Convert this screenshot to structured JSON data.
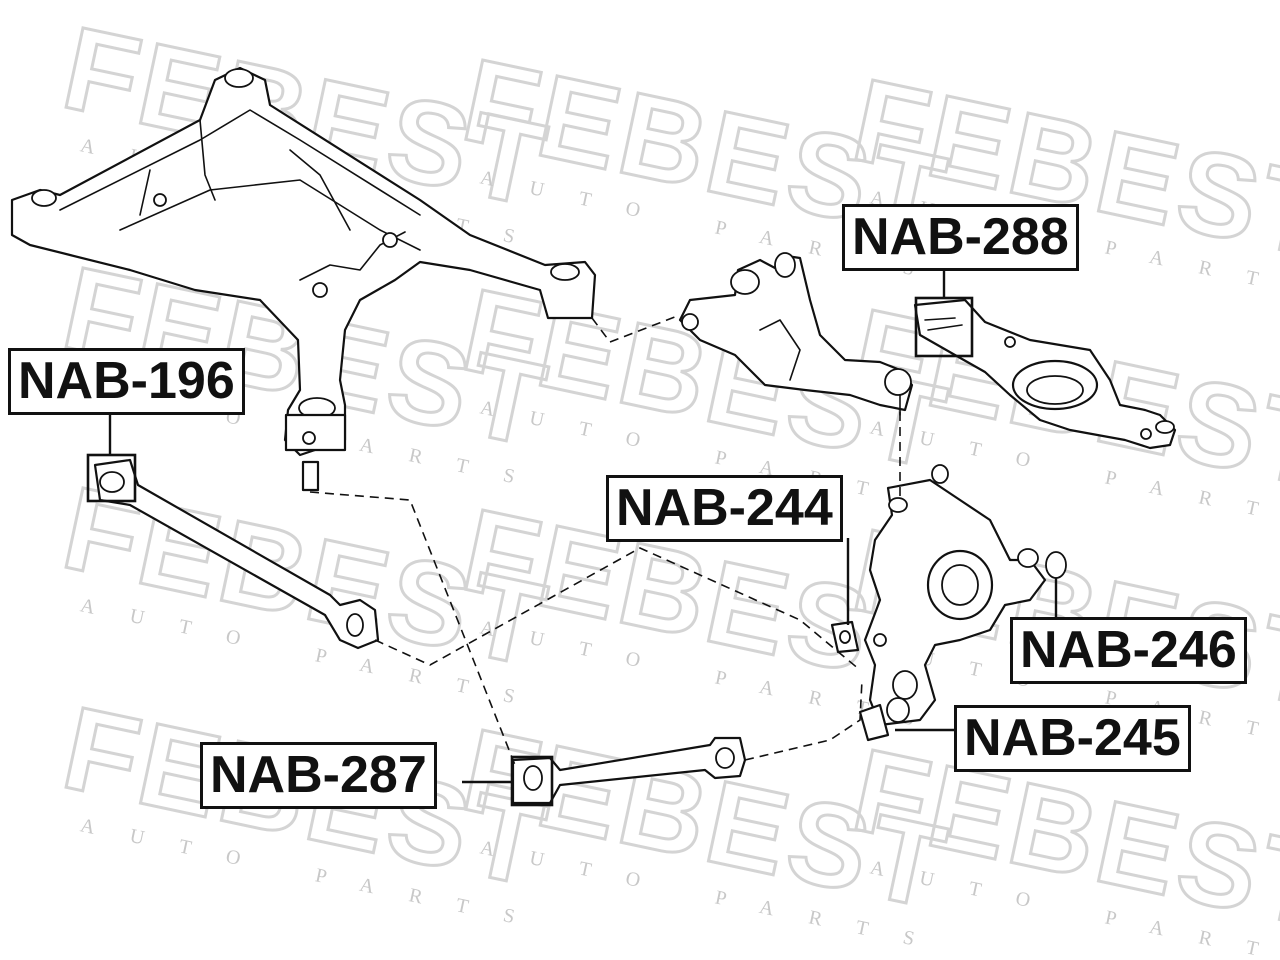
{
  "watermark": {
    "brand": "FEBEST",
    "tagline": "AUTO PARTS"
  },
  "labels": {
    "nab_196": "NAB-196",
    "nab_288": "NAB-288",
    "nab_244": "NAB-244",
    "nab_246": "NAB-246",
    "nab_245": "NAB-245",
    "nab_287": "NAB-287"
  }
}
